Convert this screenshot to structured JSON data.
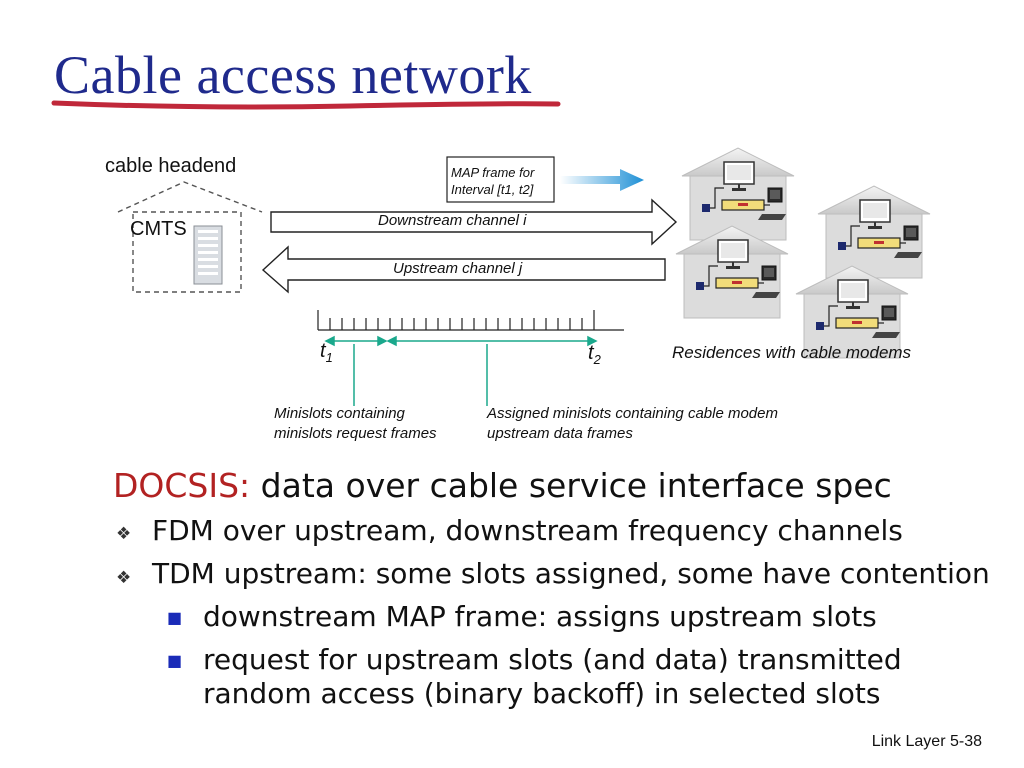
{
  "title": "Cable access network",
  "diagram": {
    "headend_label": "cable headend",
    "cmts_label": "CMTS",
    "map_frame_line1": "MAP frame for",
    "map_frame_line2": "Interval [t1, t2]",
    "downstream_label": "Downstream channel i",
    "upstream_label": "Upstream channel j",
    "t1_label": "t",
    "t1_sub": "1",
    "t2_label": "t",
    "t2_sub": "2",
    "residences_label": "Residences with cable modems",
    "minislots_request_line1": "Minislots containing",
    "minislots_request_line2": "minislots request frames",
    "assigned_minislots_line1": "Assigned minislots containing cable modem",
    "assigned_minislots_line2": "upstream data frames"
  },
  "body": {
    "docsis_term": "DOCSIS:",
    "docsis_rest": " data over cable service interface spec",
    "bullets": [
      "FDM over upstream, downstream frequency channels",
      "TDM upstream: some slots assigned, some have contention"
    ],
    "sub_bullets": [
      "downstream MAP frame: assigns upstream slots",
      "request for upstream slots (and data) transmitted",
      "random access (binary backoff) in selected slots"
    ]
  },
  "footer": "Link Layer  5-38",
  "colors": {
    "title": "#1f2a8c",
    "title_underline": "#c0283a",
    "docsis_accent": "#b22222",
    "teal": "#1aa88c",
    "map_arrow": "#1e90d6"
  }
}
